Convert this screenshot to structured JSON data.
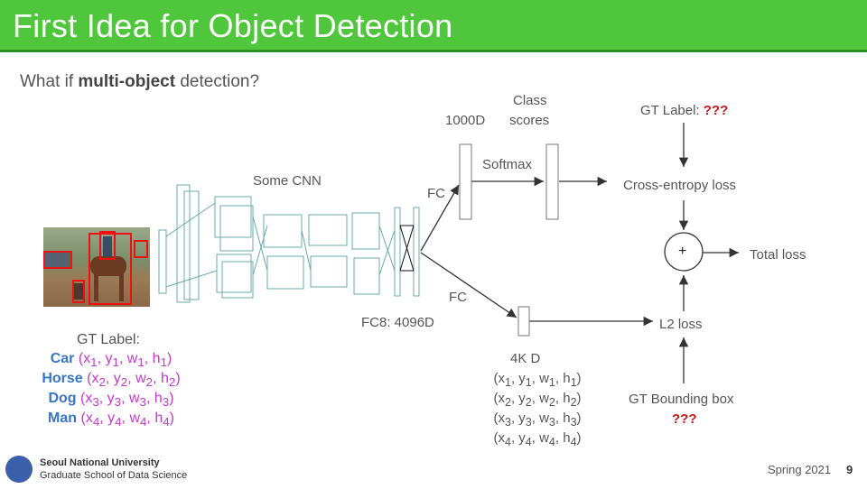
{
  "slide": {
    "title": "First Idea for Object Detection",
    "subtitle_prefix": "What if ",
    "subtitle_bold": "multi-object",
    "subtitle_suffix": " detection?"
  },
  "diagram": {
    "some_cnn": "Some CNN",
    "fc8": "FC8: 4096D",
    "fc_top": "FC",
    "fc_bottom": "FC",
    "d1000": "1000D",
    "class_scores_1": "Class",
    "class_scores_2": "scores",
    "softmax": "Softmax",
    "gt_label_prefix": "GT Label: ",
    "gt_label_unknown": "???",
    "cross_entropy": "Cross-entropy loss",
    "plus": "+",
    "total_loss": "Total loss",
    "l2_loss": "L2 loss",
    "gt_bbox": "GT Bounding box",
    "gt_bbox_unknown": "???",
    "fourk": "4K D",
    "coords": [
      {
        "x": "x",
        "xs": "1",
        "y": "y",
        "ys": "1",
        "w": "w",
        "ws": "1",
        "h": "h",
        "hs": "1"
      },
      {
        "x": "x",
        "xs": "2",
        "y": "y",
        "ys": "2",
        "w": "w",
        "ws": "2",
        "h": "h",
        "hs": "2"
      },
      {
        "x": "x",
        "xs": "3",
        "y": "y",
        "ys": "3",
        "w": "w",
        "ws": "3",
        "h": "h",
        "hs": "3"
      },
      {
        "x": "x",
        "xs": "4",
        "y": "y",
        "ys": "4",
        "w": "w",
        "ws": "4",
        "h": "h",
        "hs": "4"
      }
    ]
  },
  "gt": {
    "title": "GT Label:",
    "items": [
      {
        "name": "Car",
        "idx": "1"
      },
      {
        "name": "Horse",
        "idx": "2"
      },
      {
        "name": "Dog",
        "idx": "3"
      },
      {
        "name": "Man",
        "idx": "4"
      }
    ]
  },
  "footer": {
    "university": "Seoul National University",
    "school": "Graduate School of Data Science",
    "term": "Spring 2021",
    "page": "9"
  },
  "colors": {
    "title_bar": "#4fc63c",
    "gt_name": "#3a75c4",
    "gt_coords": "#c03ac8",
    "unknown": "#c0191a"
  }
}
